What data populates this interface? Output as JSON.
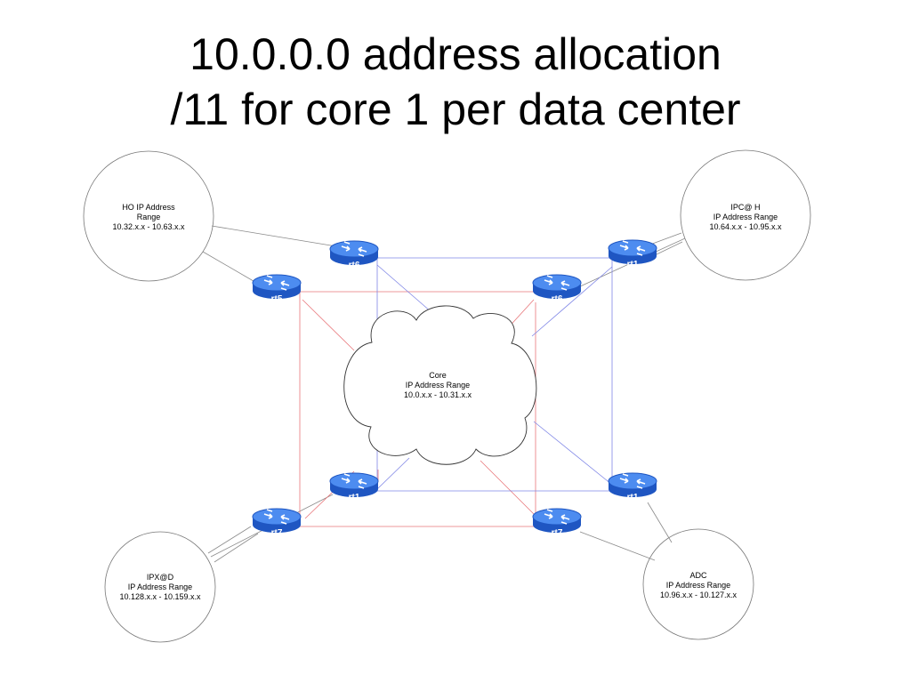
{
  "title": {
    "line1": "10.0.0.0 address allocation",
    "line2": "/11 for core 1 per data center"
  },
  "sites": {
    "ho": {
      "line1": "HO IP Address",
      "line2": "Range",
      "line3": "10.32.x.x - 10.63.x.x"
    },
    "ipch": {
      "line1": "IPC@ H",
      "line2": "IP Address Range",
      "line3": "10.64.x.x - 10.95.x.x"
    },
    "core": {
      "line1": "Core",
      "line2": "IP Address Range",
      "line3": "10.0.x.x - 10.31.x.x"
    },
    "ipxd": {
      "line1": "IPX@D",
      "line2": "IP Address Range",
      "line3": "10.128.x.x - 10.159.x.x"
    },
    "adc": {
      "line1": "ADC",
      "line2": "IP Address Range",
      "line3": "10.96.x.x - 10.127.x.x"
    }
  },
  "routers": {
    "top_left": "rt6",
    "left": "rt5",
    "top_right": "rt1",
    "right_mid": "rt6",
    "bottom_left_inner": "rt1",
    "bottom_left": "rt7",
    "bottom_right_inner": "rt1",
    "bottom_right": "rt7"
  },
  "colors": {
    "red_link": "#e8767a",
    "blue_link": "#7f86e6",
    "grey_link": "#8a8a8a",
    "router_body": "#2f6ad8",
    "router_top": "#4d8cf0"
  }
}
